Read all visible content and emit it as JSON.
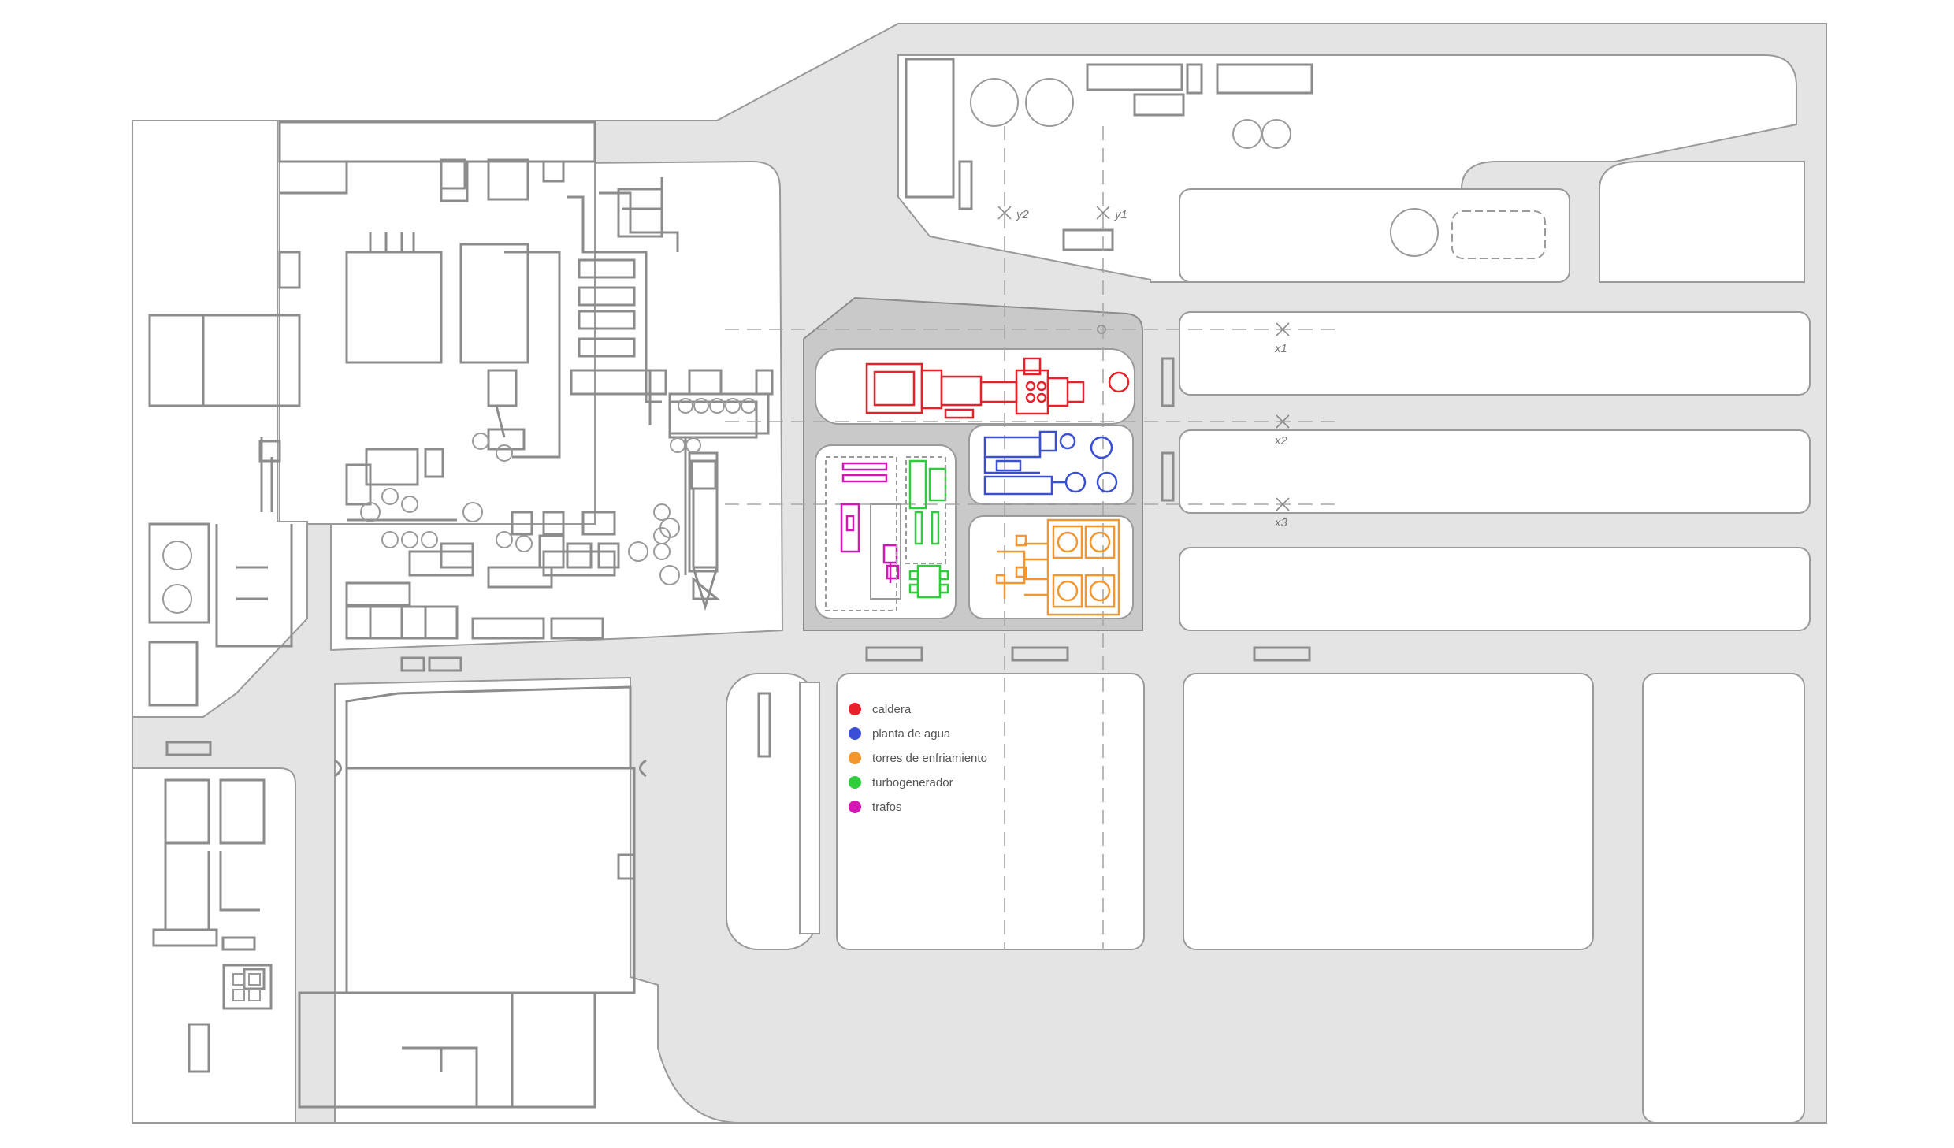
{
  "colors": {
    "caldera": "#e8202a",
    "planta_de_agua": "#3a4fd6",
    "torres_de_enfriamiento": "#f3962f",
    "turbogenerador": "#2fcc3c",
    "trafos": "#d416b4",
    "road": "#e4e4e4",
    "plant_pad": "#c9c9c9",
    "outline": "#8c8c8c"
  },
  "legend": [
    {
      "label": "caldera",
      "color": "#e8202a"
    },
    {
      "label": "planta de agua",
      "color": "#3a4fd6"
    },
    {
      "label": "torres de enfriamiento",
      "color": "#f3962f"
    },
    {
      "label": "turbogenerador",
      "color": "#2fcc3c"
    },
    {
      "label": "trafos",
      "color": "#d416b4"
    }
  ],
  "axes": {
    "y2": "y2",
    "y1": "y1",
    "x1": "x1",
    "x2": "x2",
    "x3": "x3"
  }
}
